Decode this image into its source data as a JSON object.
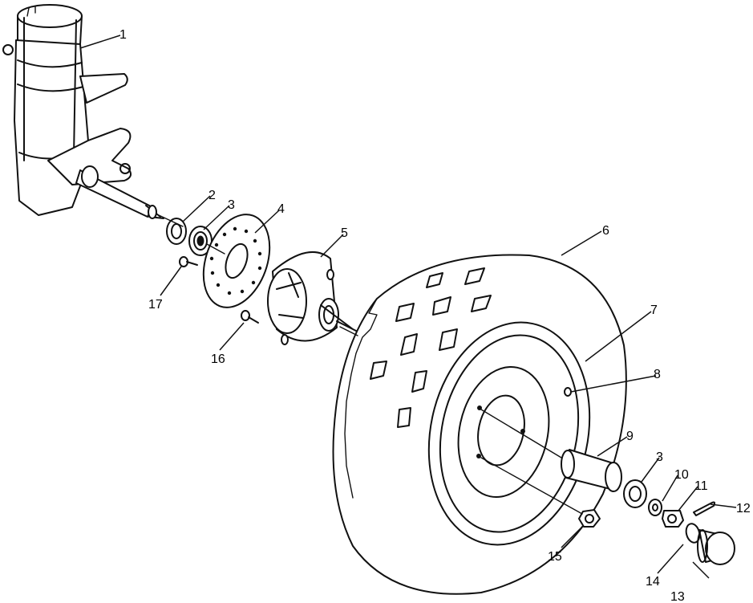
{
  "diagram": {
    "type": "exploded-parts-view",
    "callouts": [
      "1",
      "2",
      "3",
      "4",
      "5",
      "6",
      "7",
      "8",
      "9",
      "3",
      "10",
      "11",
      "12",
      "13",
      "14",
      "15",
      "16",
      "17"
    ]
  }
}
